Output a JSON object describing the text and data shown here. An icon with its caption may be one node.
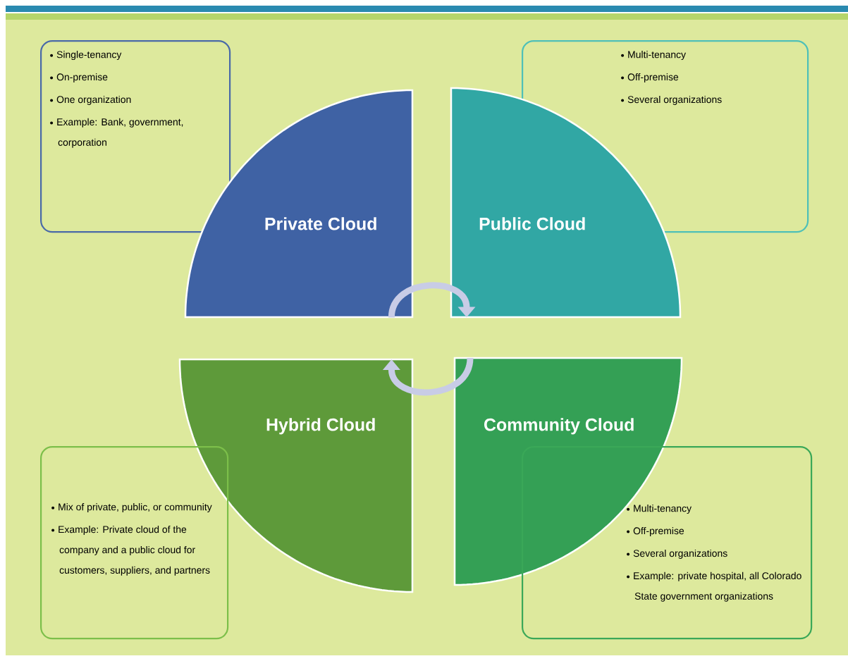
{
  "diagram": {
    "nodes": [
      {
        "text": [
          "Single-tenancy",
          "On-premise",
          "One organization",
          "Example: Bank, government, corporation"
        ]
      },
      {
        "text": [
          "Multi-tenancy",
          "Off-premise",
          "Several organizations"
        ]
      },
      {
        "text": [
          "Private Cloud"
        ]
      },
      {
        "text": [
          "Public Cloud"
        ]
      },
      {
        "text": [
          "Hybrid Cloud"
        ]
      },
      {
        "text": [
          "Community Cloud"
        ]
      },
      {
        "text": [
          "Mix of private, public, or community",
          "Example: Private cloud of the company and a public cloud for customers, suppliers, and partners"
        ]
      },
      {
        "text": [
          "Multi-tenancy",
          "Off-premise",
          "Several organizations",
          "Example: private hospital, all Colorado State government organizations"
        ]
      }
    ],
    "edges": [
      {
        "from": 2,
        "to": 3,
        "arrow": "to"
      },
      {
        "from": 5,
        "to": 4,
        "arrow": "to"
      }
    ]
  }
}
